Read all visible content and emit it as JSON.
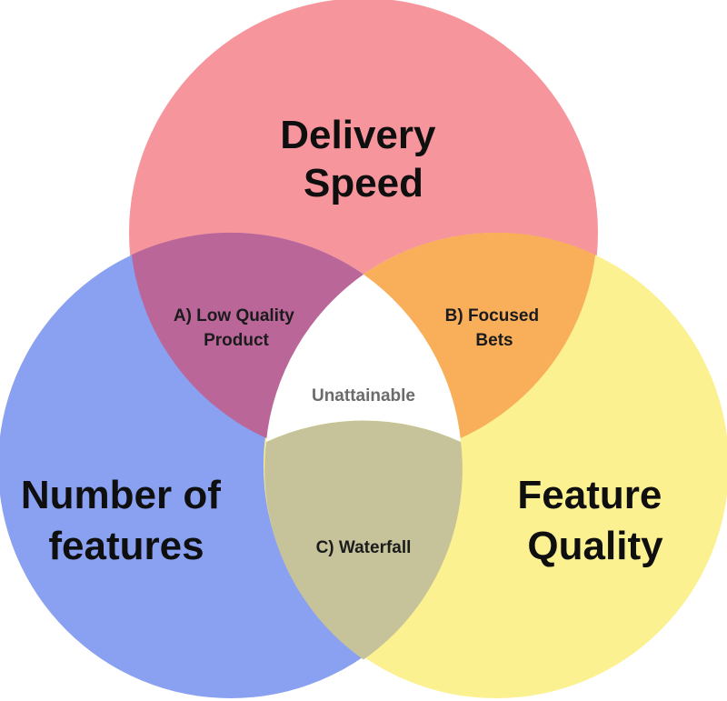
{
  "colors": {
    "delivery_speed": "#f7959c",
    "number_of_features": "#8aa0f0",
    "feature_quality": "#fbf191",
    "low_quality_product": "#bb6699",
    "focused_bets": "#f9ae5a",
    "waterfall": "#c6c39a",
    "unattainable": "#ffffff"
  },
  "sets": {
    "delivery_speed": {
      "line1": "Delivery",
      "line2": "Speed"
    },
    "number_of_features": {
      "line1": "Number of",
      "line2": "features"
    },
    "feature_quality": {
      "line1": "Feature",
      "line2": "Quality"
    }
  },
  "overlaps": {
    "low_quality_product": {
      "line1": "A) Low Quality",
      "line2": "Product"
    },
    "focused_bets": {
      "line1": "B) Focused",
      "line2": "Bets"
    },
    "waterfall": {
      "line1": "C) Waterfall"
    }
  },
  "center": {
    "label": "Unattainable"
  }
}
